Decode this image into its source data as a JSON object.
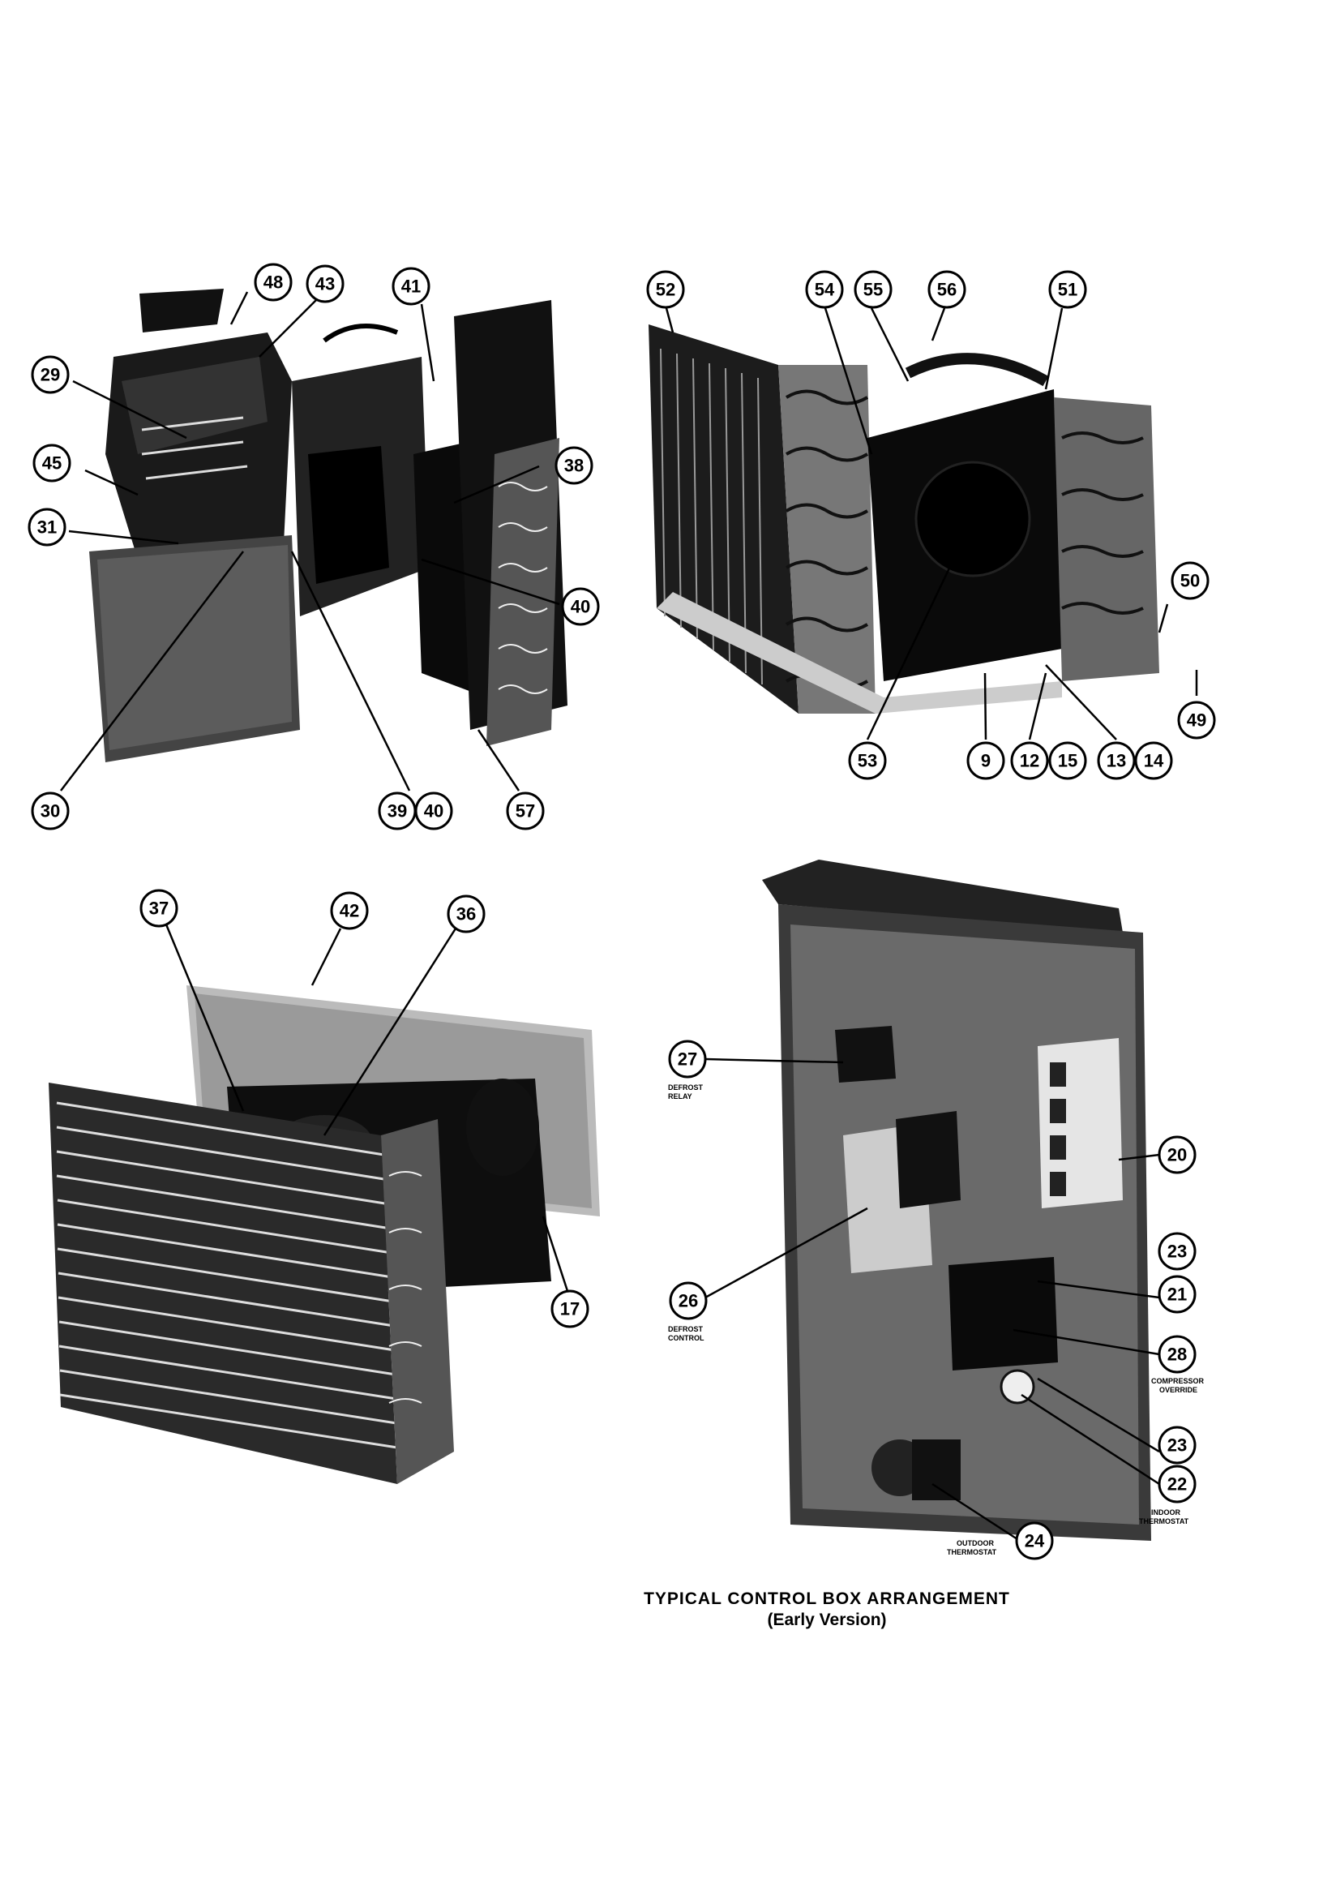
{
  "panels": [
    {
      "id": "panel-top-left",
      "callouts": [
        "48",
        "43",
        "41",
        "29",
        "45",
        "38",
        "31",
        "40",
        "30",
        "39",
        "40",
        "57"
      ]
    },
    {
      "id": "panel-top-right",
      "callouts": [
        "52",
        "54",
        "55",
        "56",
        "51",
        "50",
        "49",
        "53",
        "9",
        "12",
        "15",
        "13",
        "14"
      ]
    },
    {
      "id": "panel-bottom-left",
      "callouts": [
        "37",
        "42",
        "36",
        "17"
      ]
    },
    {
      "id": "panel-bottom-right",
      "callouts": [
        "27",
        "20",
        "26",
        "23",
        "21",
        "28",
        "23",
        "22",
        "24"
      ],
      "notes": {
        "defrost_relay": [
          "DEFROST",
          "RELAY"
        ],
        "defrost_control": [
          "DEFROST",
          "CONTROL"
        ],
        "compressor_override": [
          "COMPRESSOR",
          "OVERRIDE"
        ],
        "indoor_thermostat": [
          "INDOOR",
          "THERMOSTAT"
        ],
        "outdoor_thermostat": [
          "OUTDOOR",
          "THERMOSTAT"
        ]
      }
    }
  ],
  "caption": {
    "line1": "TYPICAL CONTROL BOX ARRANGEMENT",
    "line2": "(Early Version)"
  },
  "colors": {
    "ink": "#000000",
    "paper": "#ffffff"
  }
}
